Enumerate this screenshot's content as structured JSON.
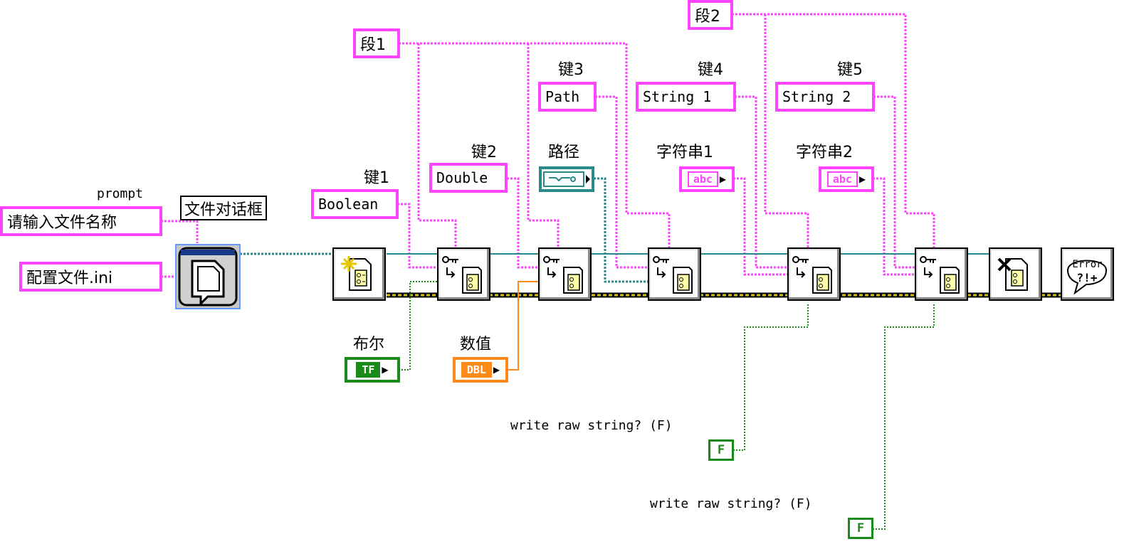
{
  "constants": {
    "prompt_label": "prompt",
    "prompt_value": "请输入文件名称",
    "dialog_title": "文件对话框",
    "filename": "配置文件.ini",
    "section1": "段1",
    "section2": "段2",
    "key1_label": "键1",
    "key1_value": "Boolean",
    "key2_label": "键2",
    "key2_value": "Double",
    "key3_label": "键3",
    "key3_value": "Path",
    "key4_label": "键4",
    "key4_value": "String 1",
    "key5_label": "键5",
    "key5_value": "String 2"
  },
  "controls": {
    "bool_label": "布尔",
    "bool_text": "TF",
    "numeric_label": "数值",
    "numeric_text": "DBL",
    "path_label": "路径",
    "string1_label": "字符串1",
    "string1_text": "abc",
    "string2_label": "字符串2",
    "string2_text": "abc",
    "raw1_label": "write raw string? (F)",
    "raw1_value": "F",
    "raw2_label": "write raw string? (F)",
    "raw2_value": "F",
    "error_text": "Error"
  },
  "colors": {
    "string_wire": "#ff44ff",
    "refnum_wire": "#2a8a8a",
    "error_wire": "#c8b400",
    "boolean_wire": "#1a8a1a",
    "numeric_wire": "#ff8a1a"
  }
}
